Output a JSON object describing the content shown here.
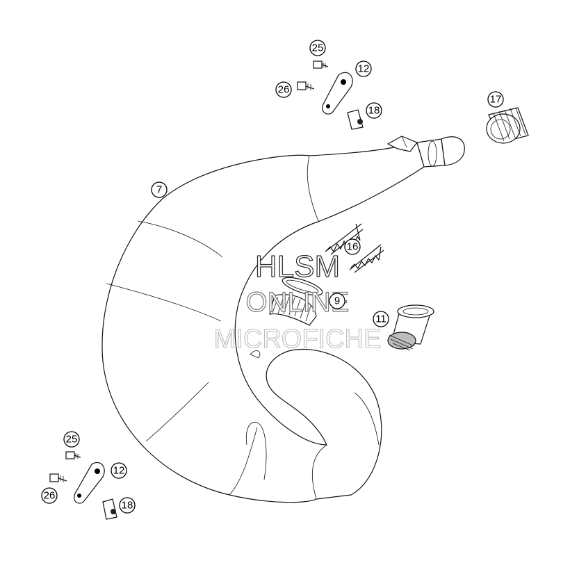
{
  "callouts": {
    "c7": "7",
    "c9": "9",
    "c11": "11",
    "c12a": "12",
    "c12b": "12",
    "c16": "16",
    "c17": "17",
    "c18a": "18",
    "c18b": "18",
    "c25a": "25",
    "c25b": "25",
    "c26a": "26",
    "c26b": "26"
  },
  "watermark": {
    "line1": "HLSM",
    "line2": "ONLINE",
    "line3": "MICROFICHE"
  }
}
